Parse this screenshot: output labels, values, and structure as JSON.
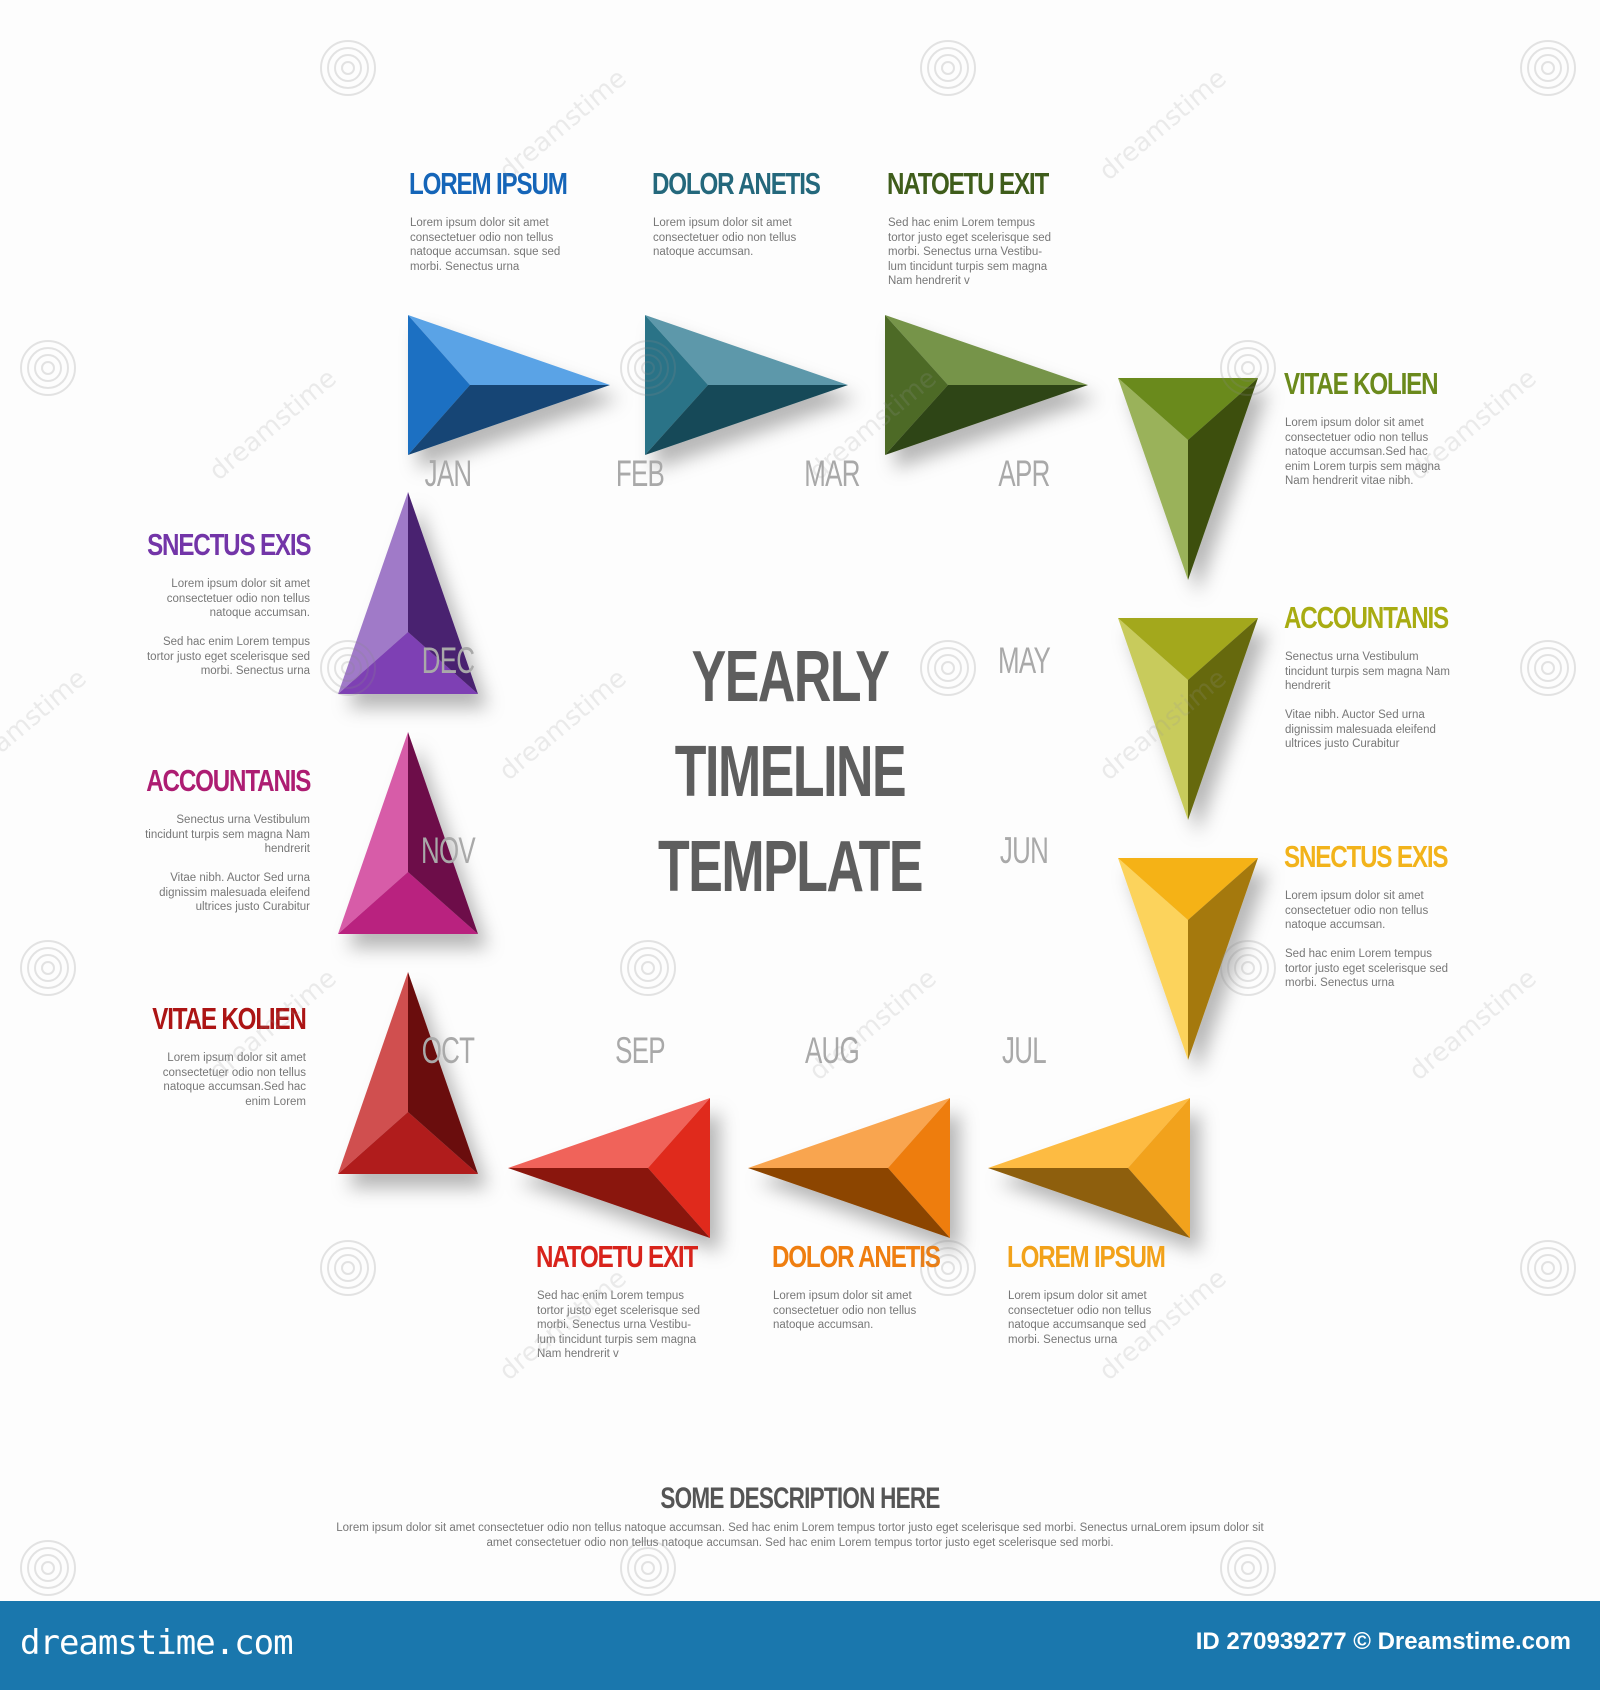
{
  "center_title": [
    "YEARLY",
    "TIMELINE",
    "TEMPLATE"
  ],
  "steps": [
    {
      "month": "JAN",
      "title": "LOREM IPSUM",
      "desc": "Lorem ipsum dolor sit amet\nconsectetuer odio non tellus\nnatoque accumsan. sque sed\nmorbi. Senectus urna",
      "colors": {
        "light": "#5aa3e6",
        "mid": "#1f6fc2",
        "dark": "#124575",
        "title": "#1565b8"
      }
    },
    {
      "month": "FEB",
      "title": "DOLOR ANETIS",
      "desc": "Lorem ipsum dolor sit amet\nconsectetuer odio non tellus\nnatoque accumsan.",
      "colors": {
        "light": "#5d98aa",
        "mid": "#2a7387",
        "dark": "#164a58",
        "title": "#24687c"
      }
    },
    {
      "month": "MAR",
      "title": "NATOETU EXIT",
      "desc": "Sed hac enim Lorem tempus\ntortor justo eget scelerisque sed\nmorbi. Senectus urna Vestibu-\nlum tincidunt turpis sem magna\nNam hendrerit v",
      "colors": {
        "light": "#76944a",
        "mid": "#4e6b28",
        "dark": "#2e4412",
        "title": "#3f5d1b"
      }
    },
    {
      "month": "APR",
      "title": "VITAE KOLIEN",
      "desc": "Lorem ipsum dolor sit amet\nconsectetuer odio non tellus\nnatoque accumsan.Sed hac\nenim Lorem turpis sem magna\nNam hendrerit vitae nibh.",
      "colors": {
        "light": "#9ab25a",
        "mid": "#6b8a1c",
        "dark": "#3c500c",
        "title": "#6b8a1c"
      }
    },
    {
      "month": "MAY",
      "title": "ACCOUNTANIS",
      "desc": "Senectus urna Vestibulum\ntincidunt turpis sem magna Nam\nhendrerit\n\nVitae nibh. Auctor Sed urna\ndignissim malesuada eleifend\nultrices justo Curabitur",
      "colors": {
        "light": "#c8cb5c",
        "mid": "#a3a81b",
        "dark": "#66690c",
        "title": "#a8ac12"
      }
    },
    {
      "month": "JUN",
      "title": "SNECTUS EXIS",
      "desc": "Lorem ipsum dolor sit amet\nconsectetuer odio non tellus\nnatoque accumsan.\n\nSed hac enim Lorem tempus\ntortor justo eget scelerisque sed\nmorbi. Senectus urna",
      "colors": {
        "light": "#fcd35c",
        "mid": "#f5b217",
        "dark": "#a5790a",
        "title": "#f2b31b"
      }
    },
    {
      "month": "JUL",
      "title": "LOREM IPSUM",
      "desc": "Lorem ipsum dolor sit amet\nconsectetuer odio non tellus\nnatoque accumsanque sed\nmorbi. Senectus urna",
      "colors": {
        "light": "#fdbb42",
        "mid": "#f2a21a",
        "dark": "#8e5f10",
        "title": "#f2a21a"
      }
    },
    {
      "month": "AUG",
      "title": "DOLOR ANETIS",
      "desc": "Lorem ipsum dolor sit amet\nconsectetuer odio non tellus\nnatoque accumsan.",
      "colors": {
        "light": "#f9a550",
        "mid": "#ee7d0c",
        "dark": "#8c4504",
        "title": "#ef7e10"
      }
    },
    {
      "month": "SEP",
      "title": "NATOETU EXIT",
      "desc": "Sed hac enim Lorem tempus\ntortor justo eget scelerisque sed\nmorbi. Senectus urna Vestibu-\nlum tincidunt turpis sem magna\nNam hendrerit v",
      "colors": {
        "light": "#f0645a",
        "mid": "#e02a1d",
        "dark": "#8a130c",
        "title": "#d8231b"
      }
    },
    {
      "month": "OCT",
      "title": "VITAE KOLIEN",
      "desc": "Lorem ipsum dolor sit amet\nconsectetuer odio non tellus\nnatoque accumsan.Sed hac\nenim Lorem",
      "colors": {
        "light": "#d05050",
        "mid": "#b01c1c",
        "dark": "#6a0a0a",
        "title": "#ac1414"
      }
    },
    {
      "month": "NOV",
      "title": "ACCOUNTANIS",
      "desc": "Senectus urna Vestibulum\ntincidunt turpis sem magna Nam\nhendrerit\n\nVitae nibh. Auctor Sed urna\ndignissim malesuada eleifend\nultrices justo Curabitur",
      "colors": {
        "light": "#d75ca8",
        "mid": "#b9227f",
        "dark": "#6d0d48",
        "title": "#ad1d72"
      }
    },
    {
      "month": "DEC",
      "title": "SNECTUS EXIS",
      "desc": "Lorem ipsum dolor sit amet\nconsectetuer odio non tellus\nnatoque accumsan.\n\nSed hac enim Lorem tempus\ntortor justo eget scelerisque sed\nmorbi. Senectus urna",
      "colors": {
        "light": "#a07ac8",
        "mid": "#7e3fb4",
        "dark": "#4a2070",
        "title": "#7335a8"
      }
    }
  ],
  "footer": {
    "title": "SOME DESCRIPTION HERE",
    "desc": "Lorem ipsum dolor sit amet consectetuer odio non tellus natoque accumsan. Sed hac enim Lorem tempus tortor justo eget scelerisque sed morbi. Senectus urnaLorem ipsum dolor sit amet consectetuer odio non tellus natoque accumsan. Sed hac enim Lorem tempus tortor justo eget scelerisque sed morbi."
  },
  "banner": {
    "brand": "dreamstime.com",
    "stock_id": "ID 270939277 © Dreamstime.com",
    "color": "#1a77ad"
  },
  "watermark": "dreamstime"
}
